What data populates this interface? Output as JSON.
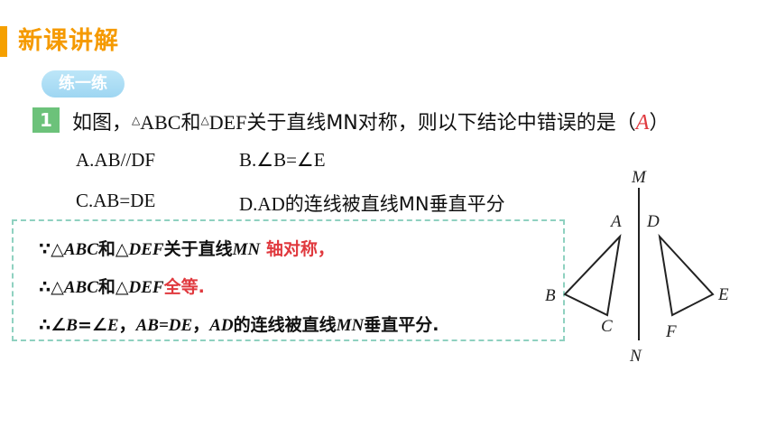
{
  "header": {
    "section_title": "新课讲解"
  },
  "practice_tag": "练一练",
  "question": {
    "number": "1",
    "prefix": "如图，",
    "tri_mark": "△",
    "abc": "ABC",
    "and": "和",
    "def": "DEF",
    "rest": "关于直线MN对称，则以下结论中错误的是（",
    "answer": "A",
    "close": "）"
  },
  "options": {
    "a": "A.AB//DF",
    "b": "B.∠B=∠E",
    "c": "C.AB=DE",
    "d_prefix": "D.AD",
    "d_rest": "的连线被直线MN垂直平分"
  },
  "solution": {
    "line1": {
      "because": "∵△",
      "abc": "ABC",
      "and": "和△",
      "def": "DEF",
      "mid": "关于直线",
      "mn": "MN",
      "highlight": "轴对称，"
    },
    "line2": {
      "therefore": "∴△",
      "abc": "ABC",
      "and": "和△",
      "def": "DEF",
      "highlight": "全等."
    },
    "line3": {
      "therefore": "∴∠",
      "b": "B",
      "eq1": "=∠",
      "e": "E",
      "comma1": "，",
      "ab": "AB",
      "eq2": "=",
      "de": "DE",
      "comma2": "，",
      "ad": "AD",
      "rest": "的连线被直线",
      "mn": "MN",
      "tail": "垂直平分."
    }
  },
  "figure": {
    "labels": {
      "m": "M",
      "n": "N",
      "a": "A",
      "b": "B",
      "c": "C",
      "d": "D",
      "e": "E",
      "f": "F"
    }
  },
  "colors": {
    "accent": "#f59a00",
    "highlight": "#e0393e",
    "badge": "#6cc27a",
    "tag": "#9ed6f2",
    "box_border": "#8fd1c0"
  }
}
